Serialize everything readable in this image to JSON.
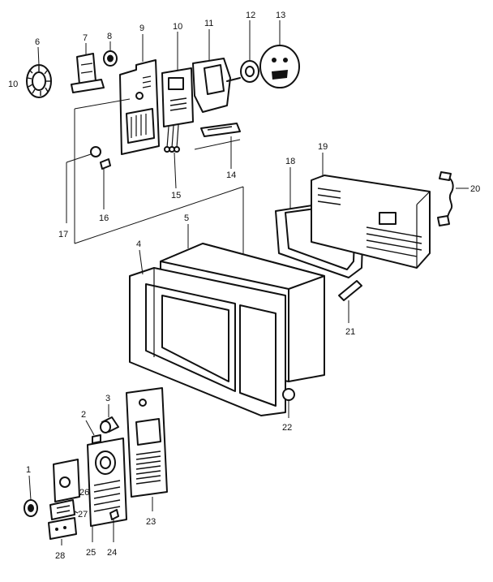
{
  "callouts": {
    "c1": "1",
    "c2": "2",
    "c3": "3",
    "c4": "4",
    "c5": "5",
    "c6": "6",
    "c7": "7",
    "c8": "8",
    "c9": "9",
    "c10": "10",
    "c11": "11",
    "c12": "12",
    "c13": "13",
    "c14": "14",
    "c15": "15",
    "c16": "16",
    "c17": "17",
    "c18": "18",
    "c19": "19",
    "c20": "20",
    "c21": "21",
    "c22": "22",
    "c23": "23",
    "c24": "24",
    "c25": "25",
    "c26": "26",
    "c27": "27",
    "c28": "28",
    "c10b": "10"
  }
}
